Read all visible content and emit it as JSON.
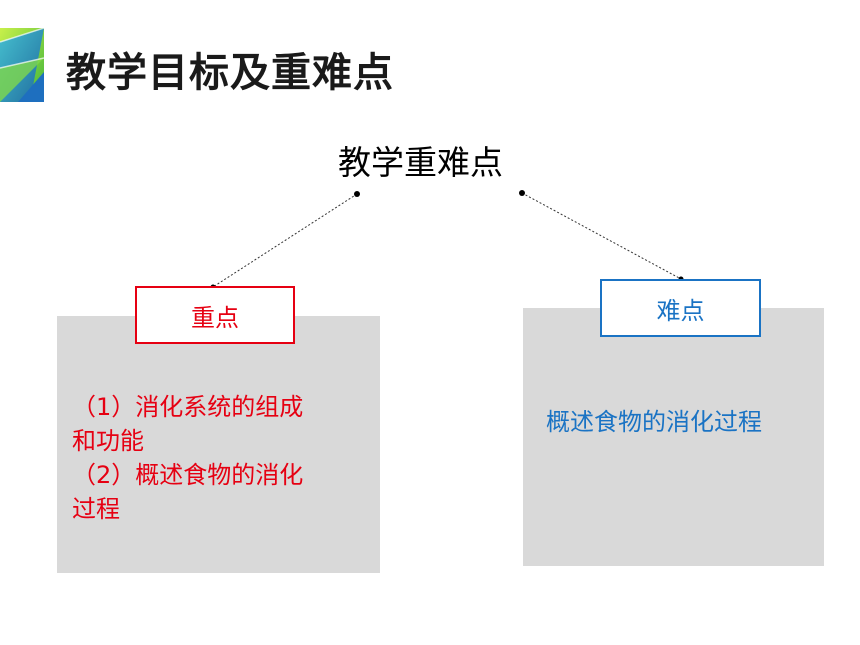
{
  "header": {
    "title": "教学目标及重难点"
  },
  "diagram": {
    "title": "教学重难点",
    "key_points": {
      "label": "重点",
      "items": [
        "（1）消化系统的组成",
        "和功能",
        "（2）概述食物的消化",
        "过程"
      ]
    },
    "difficult_points": {
      "label": "难点",
      "items": [
        "概述食物的消化过程"
      ]
    }
  },
  "colors": {
    "key_accent": "#e60012",
    "difficult_accent": "#1a73c4",
    "panel_bg": "#d9d9d9",
    "title_text": "#1a1a1a"
  },
  "icons": {
    "logo": "green-blue-triangle-logo-icon"
  }
}
